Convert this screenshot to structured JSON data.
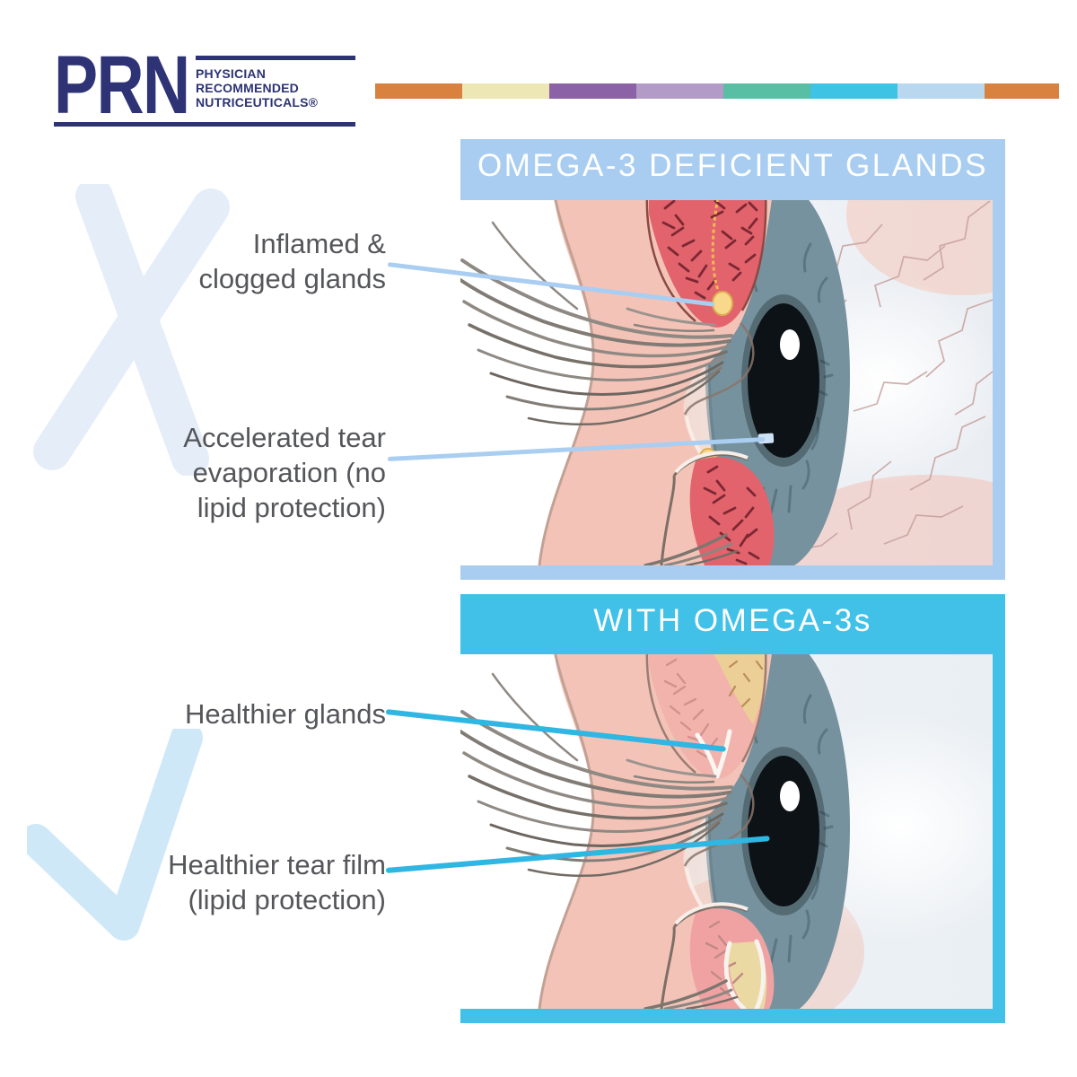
{
  "theme": {
    "navy": "#2d3374",
    "light-blue": "#a9cdf0",
    "cyan": "#41c1e8",
    "label-gray": "#55565a",
    "line-light": "#a9cef1",
    "line-cyan": "#2fb6e2",
    "x-mark": "#e5eef8",
    "check-mark": "#cfe8f8"
  },
  "logo": {
    "acronym": "PRN",
    "tagline_line1": "PHYSICIAN RECOMMENDED",
    "tagline_line2": "NUTRICEUTICALS®"
  },
  "brand_bar": {
    "segments": [
      {
        "name": "orange-1",
        "color": "#d9813e",
        "flex": 1
      },
      {
        "name": "cream",
        "color": "#ece7b4",
        "flex": 1
      },
      {
        "name": "purple",
        "color": "#8a62a5",
        "flex": 1
      },
      {
        "name": "lavender",
        "color": "#b39bc7",
        "flex": 1
      },
      {
        "name": "teal",
        "color": "#59bfa4",
        "flex": 1
      },
      {
        "name": "cyan",
        "color": "#3fc3e4",
        "flex": 1
      },
      {
        "name": "light-blue",
        "color": "#b9d8f0",
        "flex": 1
      },
      {
        "name": "orange-2",
        "color": "#d9813e",
        "flex": 0.85
      }
    ]
  },
  "panels": [
    {
      "key": "omega3-deficient",
      "title": "OMEGA-3 DEFICIENT GLANDS",
      "labels": [
        {
          "lines": [
            "Inflamed &",
            "clogged glands"
          ]
        },
        {
          "lines": [
            "Accelerated tear",
            "evaporation (no",
            "lipid protection)"
          ]
        }
      ]
    },
    {
      "key": "with-omega3",
      "title": "WITH OMEGA-3s",
      "labels": [
        {
          "lines": [
            "Healthier glands"
          ]
        },
        {
          "lines": [
            "Healthier tear film",
            "(lipid protection)"
          ]
        }
      ]
    }
  ]
}
